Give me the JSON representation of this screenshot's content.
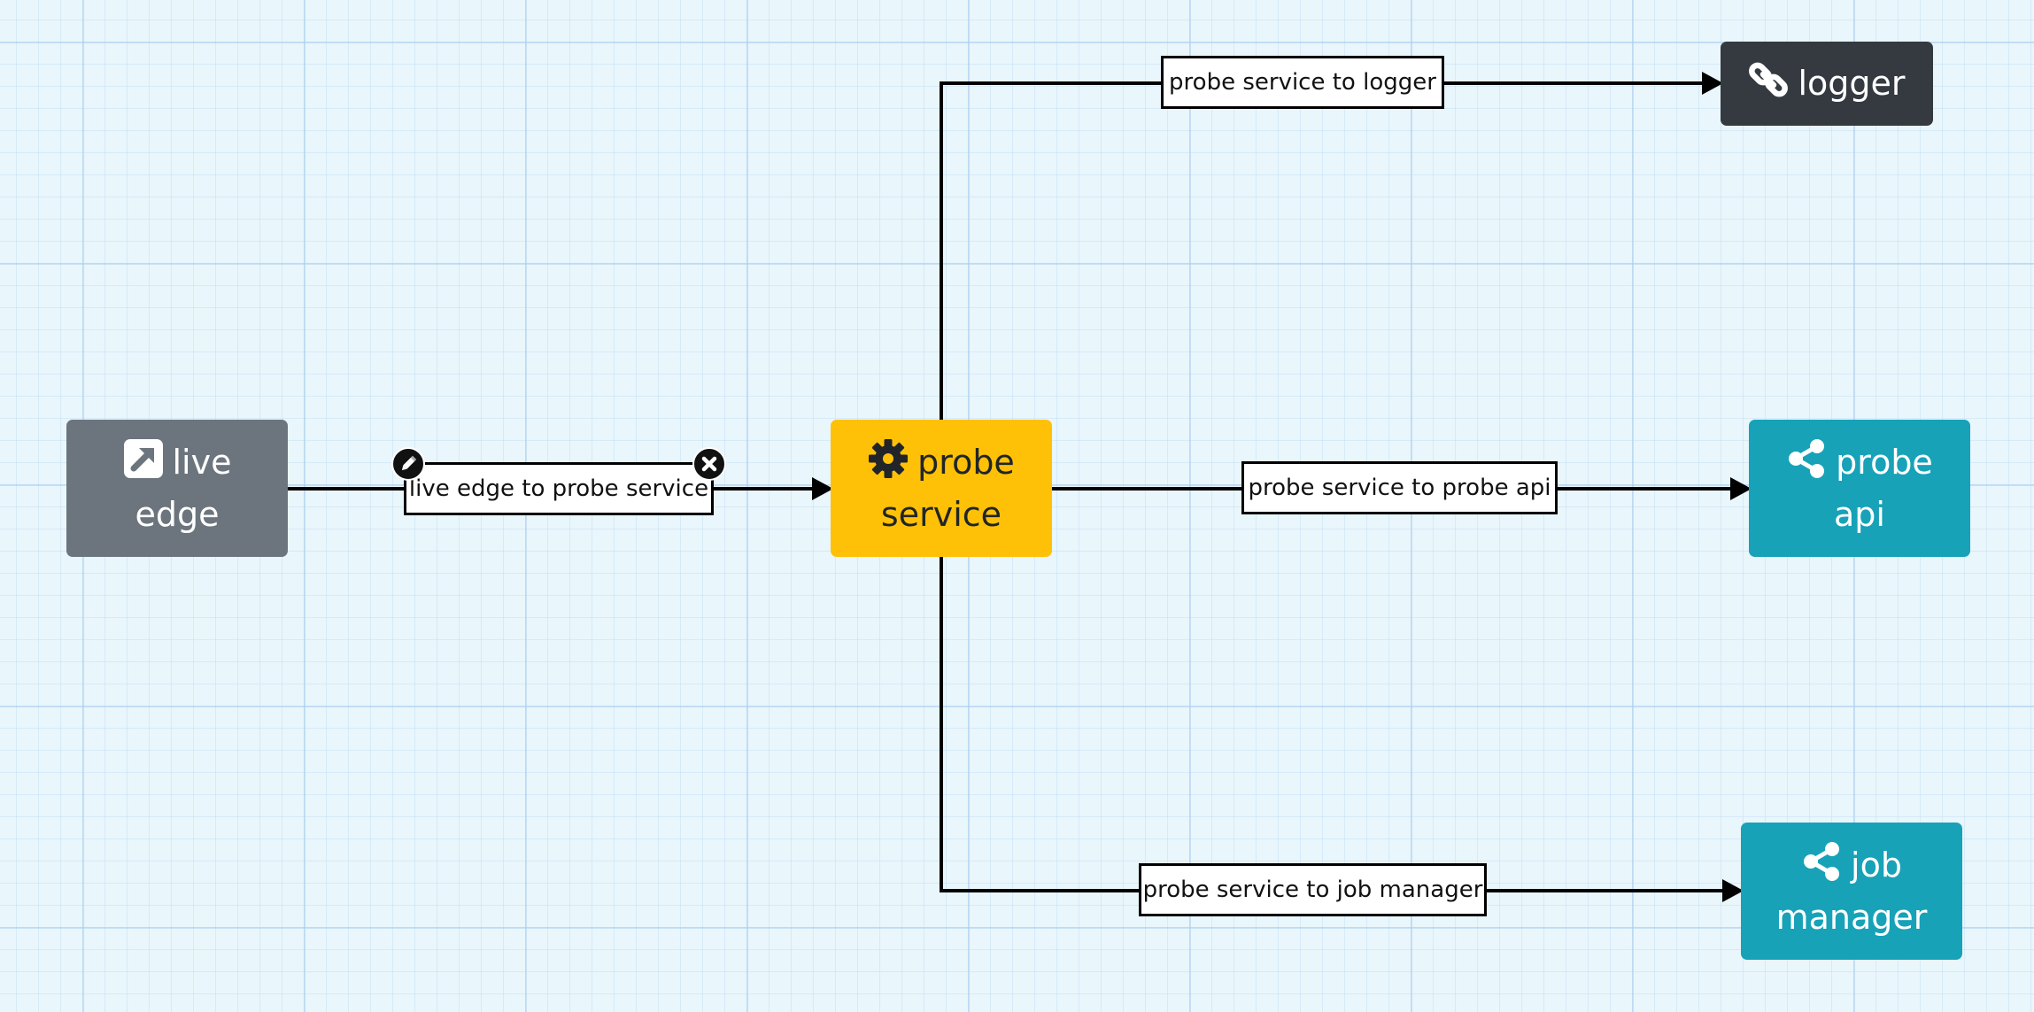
{
  "colors": {
    "background": "#e9f6fb",
    "edge": "#000000",
    "live_edge_node": "#6c757d",
    "probe_service_node": "#ffc107",
    "logger_node": "#343a40",
    "probe_api_node": "#17a2b8",
    "job_manager_node": "#17a2b8"
  },
  "nodes": {
    "live_edge": {
      "line1": "live",
      "line2": "edge",
      "icon": "external-link-square-icon"
    },
    "probe_service": {
      "line1": "probe",
      "line2": "service",
      "icon": "gear-icon"
    },
    "logger": {
      "line1": "logger",
      "icon": "link-icon"
    },
    "probe_api": {
      "line1": "probe",
      "line2": "api",
      "icon": "share-icon"
    },
    "job_manager": {
      "line1": "job",
      "line2": "manager",
      "icon": "share-icon"
    }
  },
  "edges": {
    "live_edge_to_probe_service": {
      "label": "live edge to probe service",
      "selected": true
    },
    "probe_service_to_logger": {
      "label": "probe service to logger"
    },
    "probe_service_to_probe_api": {
      "label": "probe service to probe api"
    },
    "probe_service_to_job_manager": {
      "label": "probe service to job manager"
    }
  },
  "edge_tools": {
    "edit": {
      "icon": "pencil-icon"
    },
    "delete": {
      "icon": "close-icon"
    }
  }
}
